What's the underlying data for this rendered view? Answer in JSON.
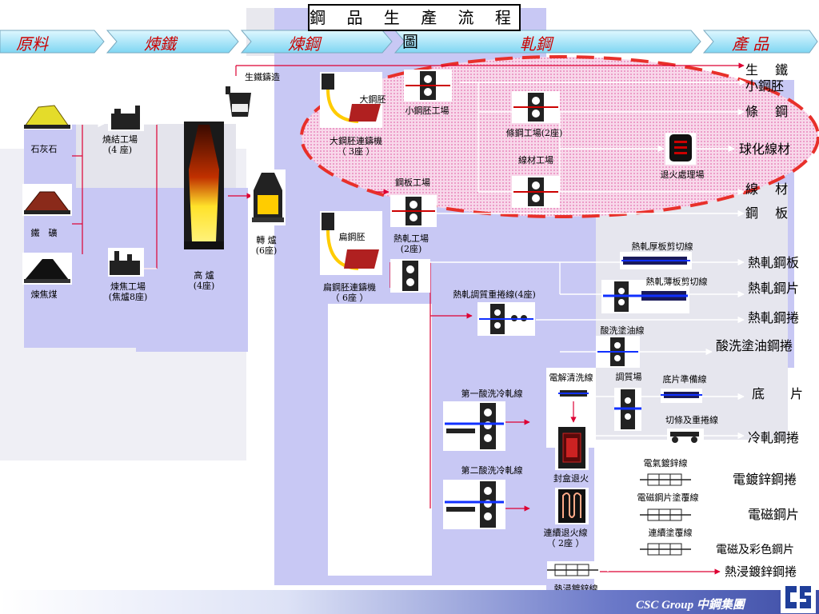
{
  "title": "鋼 品 生 產 流 程 圖",
  "stages": [
    "原料",
    "煉鐵",
    "煉鋼",
    "軋鋼",
    "產 品"
  ],
  "colors": {
    "stage_text": "#cc0000",
    "lavender": "#c8c8f4",
    "flow_line": "#dd0033",
    "dash_oval": "#e8302a",
    "oval_fill": "#f6c0dd"
  },
  "raw_materials": [
    "石灰石",
    "鐵　礦",
    "煉焦煤"
  ],
  "ironmaking": {
    "sinter": "燒結工場\n(4 座)",
    "coke": "煉焦工場\n(焦爐8座)",
    "blast_furnace": "高 爐\n(4座)",
    "pig_casting": "生鐵鑄造"
  },
  "steelmaking": {
    "converter": "轉 爐\n(6座)",
    "bloom": "大鋼胚",
    "bloom_caster": "大鋼胚連鑄機\n（ 3座 ）",
    "slab": "扁鋼胚",
    "slab_caster": "扁鋼胚連鑄機\n（ 6座 ）"
  },
  "rolling": {
    "billet_mill": "小鋼胚工場",
    "bar_mill": "條鋼工場(2座)",
    "wire_mill": "線材工場",
    "annealing": "退火處理場",
    "plate_mill": "鋼板工場",
    "hot_strip_mill": "熱軋工場\n(2座)",
    "hot_plate_shear": "熱軋厚板剪切線",
    "hot_sheet_shear": "熱軋薄板剪切線",
    "hot_recoil": "熱軋調質重捲線(4座)",
    "pickling_oiling": "酸洗塗油線",
    "pickle_cold_1": "第一酸洗冷軋線",
    "pickle_cold_2": "第二酸洗冷軋線",
    "electrolytic_cleaning": "電解清洗線",
    "temper_mill": "調質場",
    "base_prep": "底片準備線",
    "slitting": "切條及重捲線",
    "batch_annealing": "封盒退火",
    "continuous_annealing": "連續退火線\n（ 2座 ）",
    "electro_galv": "電氣鍍鋅線",
    "electrical_coating": "電磁鋼片塗覆線",
    "continuous_coating": "連續塗覆線",
    "hot_dip_galv": "熱浸鍍鋅線"
  },
  "products": [
    "生　 鐵",
    "小鋼胚",
    "條　 鋼",
    "球化線材",
    "線　 材",
    "鋼　 板",
    "熱軋鋼板",
    "熱軋鋼片",
    "熱軋鋼捲",
    "酸洗塗油鋼捲",
    "底　　片",
    "冷軋鋼捲",
    "電鍍鋅鋼捲",
    "電磁鋼片",
    "電磁及彩色鋼片",
    "熱浸鍍鋅鋼捲"
  ],
  "footer": "CSC Group 中鋼集團"
}
